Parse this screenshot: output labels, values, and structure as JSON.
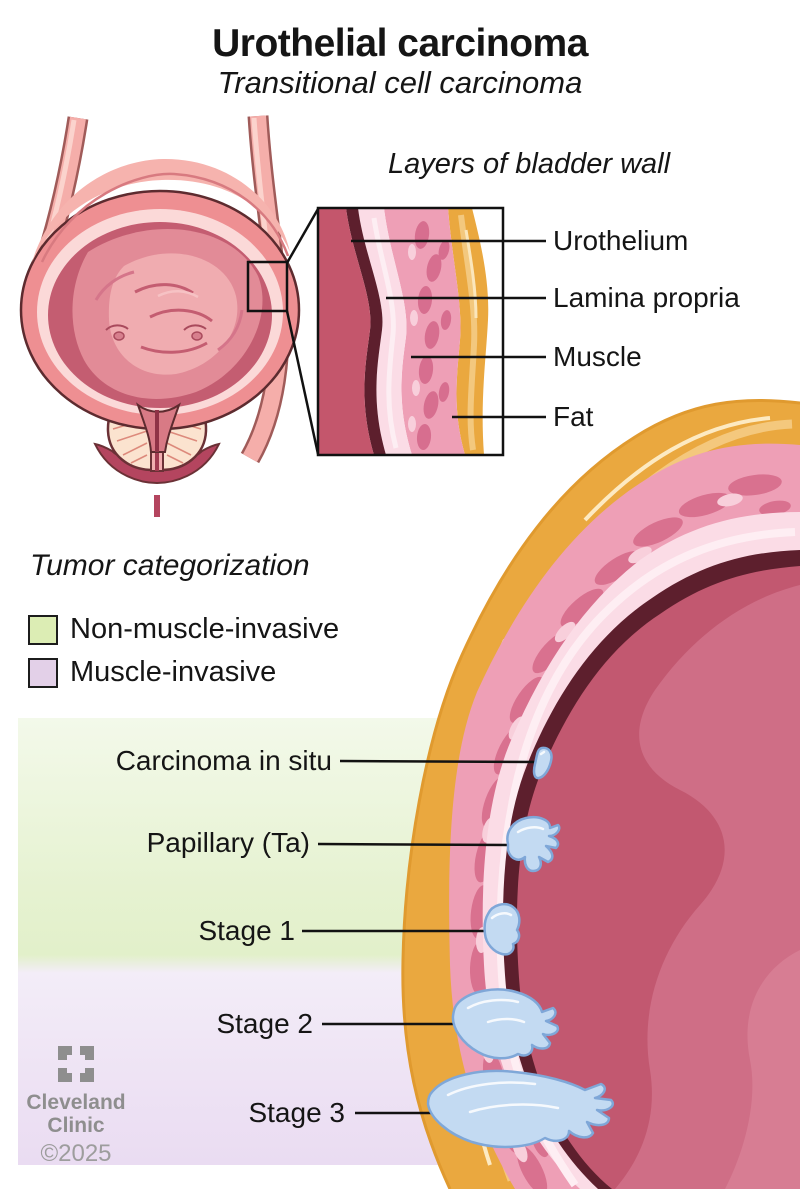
{
  "header": {
    "title": "Urothelial carcinoma",
    "subtitle": "Transitional cell carcinoma"
  },
  "wall_inset": {
    "heading": "Layers of bladder wall",
    "labels": [
      "Urothelium",
      "Lamina propria",
      "Muscle",
      "Fat"
    ]
  },
  "tumor_section": {
    "heading": "Tumor categorization",
    "legend": [
      {
        "label": "Non-muscle-invasive",
        "color": "#dcedb4"
      },
      {
        "label": "Muscle-invasive",
        "color": "#e3d0e8"
      }
    ],
    "stage_labels": [
      "Carcinoma in situ",
      "Papillary (Ta)",
      "Stage 1",
      "Stage 2",
      "Stage 3"
    ]
  },
  "footer": {
    "brand_line1": "Cleveland",
    "brand_line2": "Clinic",
    "copyright": "©2025"
  },
  "colors": {
    "non_muscle_invasive_bg": "#e4f1cd",
    "muscle_invasive_bg": "#eee2f4",
    "fat": "#eaa83f",
    "muscle": "#ee9fb6",
    "lamina_propria": "#fbdce6",
    "urothelium": "#5d1f2d",
    "bladder_interior": "#c25870",
    "tumor_fill": "#c3daf2",
    "tumor_outline": "#7fa7d8",
    "leader_line": "#121212",
    "brand_gray": "#8e8e8e"
  }
}
